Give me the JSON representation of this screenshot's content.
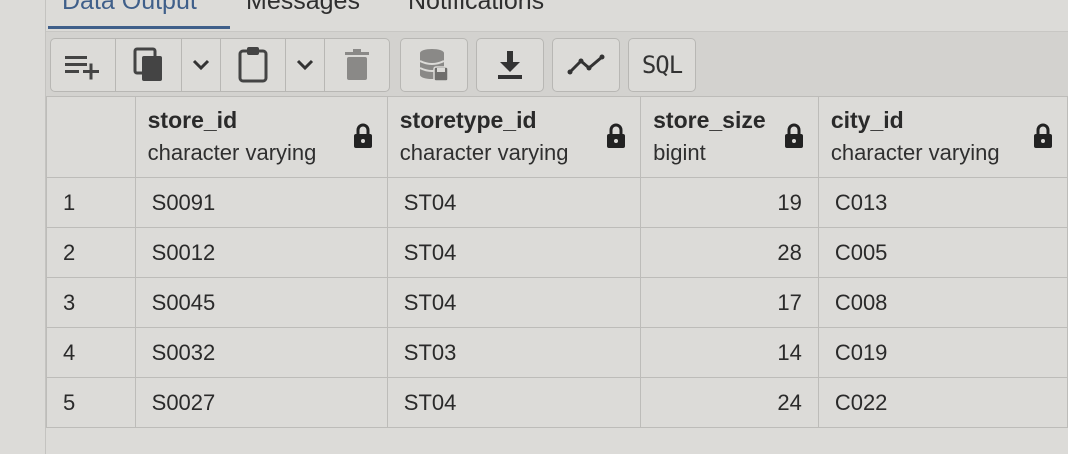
{
  "tabs": [
    {
      "label": "Data Output"
    },
    {
      "label": "Messages"
    },
    {
      "label": "Notifications"
    }
  ],
  "toolbar": {
    "icons": [
      "add-row-icon",
      "copy-icon",
      "chevron-down-icon",
      "paste-icon",
      "chevron-down-icon",
      "delete-icon",
      "save-data-icon",
      "download-icon",
      "graph-visualiser-icon"
    ],
    "sql_label": "SQL"
  },
  "columns": [
    {
      "name": "",
      "type": ""
    },
    {
      "name": "store_id",
      "type": "character varying"
    },
    {
      "name": "storetype_id",
      "type": "character varying"
    },
    {
      "name": "store_size",
      "type": "bigint"
    },
    {
      "name": "city_id",
      "type": "character varying"
    }
  ],
  "rows": [
    {
      "n": "1",
      "store_id": "S0091",
      "storetype_id": "ST04",
      "store_size": "19",
      "city_id": "C013"
    },
    {
      "n": "2",
      "store_id": "S0012",
      "storetype_id": "ST04",
      "store_size": "28",
      "city_id": "C005"
    },
    {
      "n": "3",
      "store_id": "S0045",
      "storetype_id": "ST04",
      "store_size": "17",
      "city_id": "C008"
    },
    {
      "n": "4",
      "store_id": "S0032",
      "storetype_id": "ST03",
      "store_size": "14",
      "city_id": "C019"
    },
    {
      "n": "5",
      "store_id": "S0027",
      "storetype_id": "ST04",
      "store_size": "24",
      "city_id": "C022"
    }
  ],
  "colors": {
    "accent": "#3f5f8a",
    "background": "#dcdbd8",
    "border": "#bdbcb9"
  }
}
